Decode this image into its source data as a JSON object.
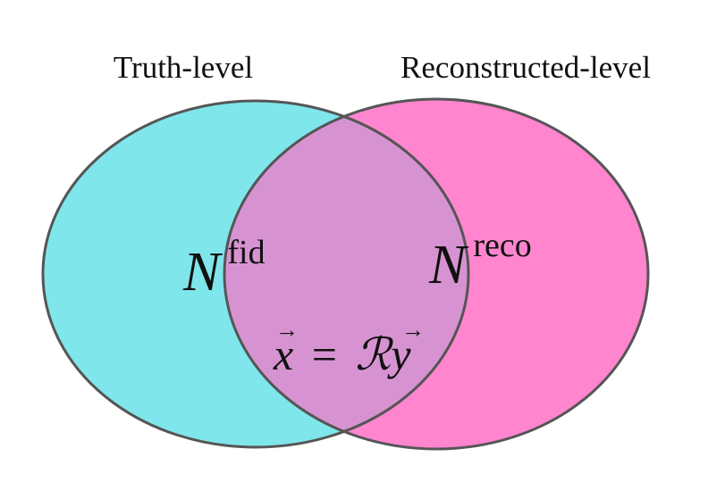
{
  "diagram": {
    "type": "venn",
    "sets": [
      {
        "id": "truth",
        "label": "Truth-level",
        "region_symbol": "N",
        "region_superscript": "fid",
        "fill": "#7fe6eb",
        "stroke": "#555555"
      },
      {
        "id": "reco",
        "label": "Reconstructed-level",
        "region_symbol": "N",
        "region_superscript": "reco",
        "fill": "#ff85cf",
        "stroke": "#555555"
      }
    ],
    "overlap": {
      "equation": {
        "lhs": "x",
        "equals": "=",
        "operator": "ℛ",
        "rhs": "y",
        "vector_mark": "⃗"
      },
      "fill": "#d793d1"
    }
  }
}
